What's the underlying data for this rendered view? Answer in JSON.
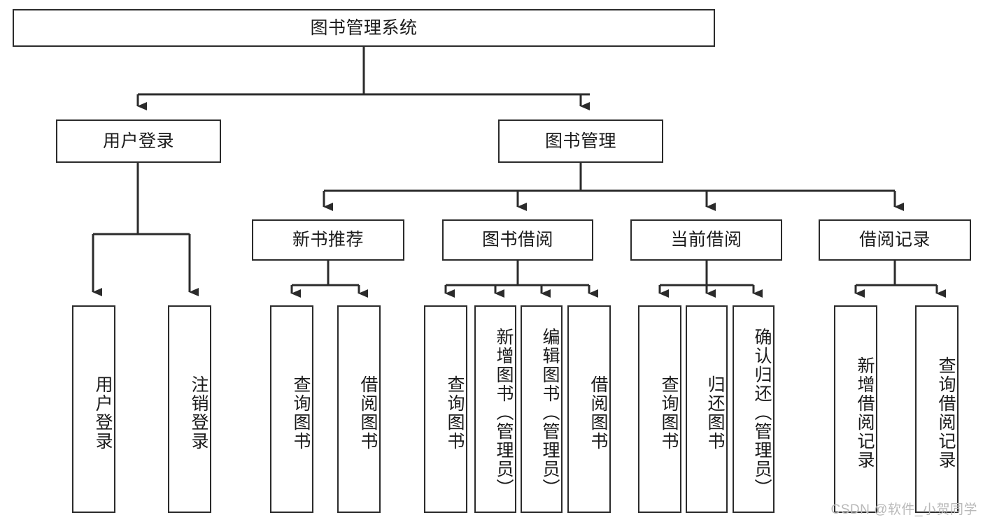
{
  "diagram": {
    "title": "图书管理系统",
    "type": "tree",
    "colors": {
      "box_border": "#2b2b2b",
      "box_fill": "#ffffff",
      "edge": "#2b2b2b",
      "text": "#1a1a1a",
      "watermark": "#b9b9b9"
    },
    "root": {
      "label": "图书管理系统"
    },
    "level1": [
      {
        "label": "用户登录"
      },
      {
        "label": "图书管理"
      }
    ],
    "level2": [
      {
        "label": "新书推荐"
      },
      {
        "label": "图书借阅"
      },
      {
        "label": "当前借阅"
      },
      {
        "label": "借阅记录"
      }
    ],
    "leaves": {
      "user_login": [
        {
          "label": "用户登录"
        },
        {
          "label": "注销登录"
        }
      ],
      "new_book_recommend": [
        {
          "label": "查询图书"
        },
        {
          "label": "借阅图书"
        }
      ],
      "book_borrow": [
        {
          "label": "查询图书"
        },
        {
          "label": "新增图书（管理员）"
        },
        {
          "label": "编辑图书（管理员）"
        },
        {
          "label": "借阅图书"
        }
      ],
      "current_borrow": [
        {
          "label": "查询图书"
        },
        {
          "label": "归还图书"
        },
        {
          "label": "确认归还（管理员）"
        }
      ],
      "borrow_record": [
        {
          "label": "新增借阅记录"
        },
        {
          "label": "查询借阅记录"
        }
      ]
    }
  },
  "watermark": {
    "text": "CSDN @软件_小贺同学"
  }
}
